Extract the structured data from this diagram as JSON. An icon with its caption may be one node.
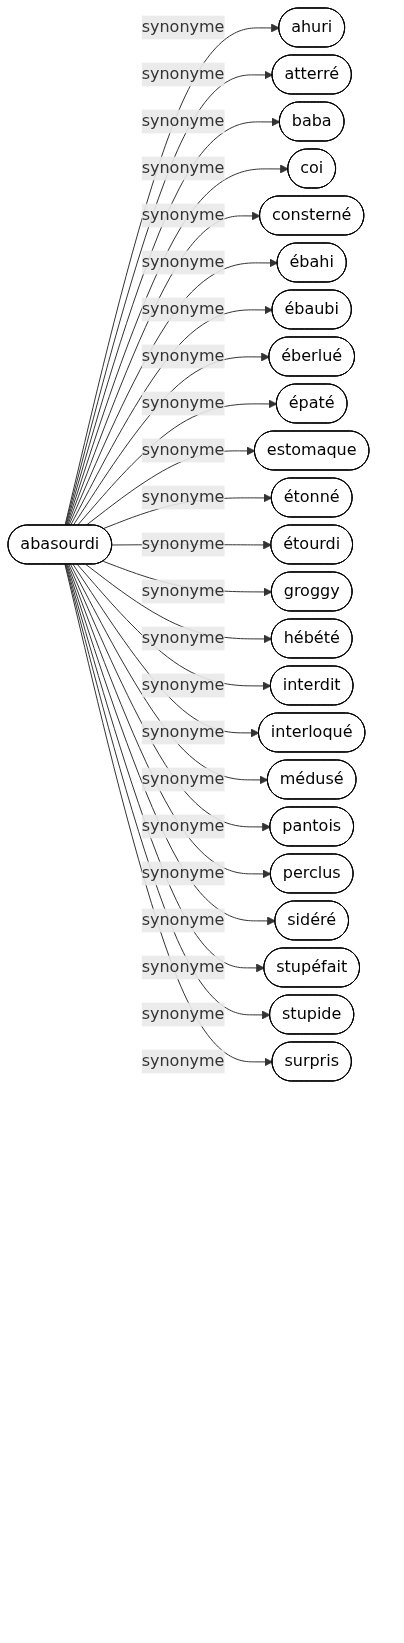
{
  "diagram": {
    "nodes": [
      {
        "text": [
          "abasourdi"
        ]
      },
      {
        "text": [
          "ahuri"
        ]
      },
      {
        "text": [
          "atterré"
        ]
      },
      {
        "text": [
          "baba"
        ]
      },
      {
        "text": [
          "coi"
        ]
      },
      {
        "text": [
          "consterné"
        ]
      },
      {
        "text": [
          "ébahi"
        ]
      },
      {
        "text": [
          "ébaubi"
        ]
      },
      {
        "text": [
          "éberlué"
        ]
      },
      {
        "text": [
          "épaté"
        ]
      },
      {
        "text": [
          "estomaque"
        ]
      },
      {
        "text": [
          "étonné"
        ]
      },
      {
        "text": [
          "étourdi"
        ]
      },
      {
        "text": [
          "groggy"
        ]
      },
      {
        "text": [
          "hébété"
        ]
      },
      {
        "text": [
          "interdit"
        ]
      },
      {
        "text": [
          "interloqué"
        ]
      },
      {
        "text": [
          "médusé"
        ]
      },
      {
        "text": [
          "pantois"
        ]
      },
      {
        "text": [
          "perclus"
        ]
      },
      {
        "text": [
          "sidéré"
        ]
      },
      {
        "text": [
          "stupéfait"
        ]
      },
      {
        "text": [
          "stupide"
        ]
      },
      {
        "text": [
          "surpris"
        ]
      }
    ],
    "edges": [
      {
        "from": 0,
        "to": 1,
        "arrow": "to",
        "label": "synonyme"
      },
      {
        "from": 0,
        "to": 2,
        "arrow": "to",
        "label": "synonyme"
      },
      {
        "from": 0,
        "to": 3,
        "arrow": "to",
        "label": "synonyme"
      },
      {
        "from": 0,
        "to": 4,
        "arrow": "to",
        "label": "synonyme"
      },
      {
        "from": 0,
        "to": 5,
        "arrow": "to",
        "label": "synonyme"
      },
      {
        "from": 0,
        "to": 6,
        "arrow": "to",
        "label": "synonyme"
      },
      {
        "from": 0,
        "to": 7,
        "arrow": "to",
        "label": "synonyme"
      },
      {
        "from": 0,
        "to": 8,
        "arrow": "to",
        "label": "synonyme"
      },
      {
        "from": 0,
        "to": 9,
        "arrow": "to",
        "label": "synonyme"
      },
      {
        "from": 0,
        "to": 10,
        "arrow": "to",
        "label": "synonyme"
      },
      {
        "from": 0,
        "to": 11,
        "arrow": "to",
        "label": "synonyme"
      },
      {
        "from": 0,
        "to": 12,
        "arrow": "to",
        "label": "synonyme"
      },
      {
        "from": 0,
        "to": 13,
        "arrow": "to",
        "label": "synonyme"
      },
      {
        "from": 0,
        "to": 14,
        "arrow": "to",
        "label": "synonyme"
      },
      {
        "from": 0,
        "to": 15,
        "arrow": "to",
        "label": "synonyme"
      },
      {
        "from": 0,
        "to": 16,
        "arrow": "to",
        "label": "synonyme"
      },
      {
        "from": 0,
        "to": 17,
        "arrow": "to",
        "label": "synonyme"
      },
      {
        "from": 0,
        "to": 18,
        "arrow": "to",
        "label": "synonyme"
      },
      {
        "from": 0,
        "to": 19,
        "arrow": "to",
        "label": "synonyme"
      },
      {
        "from": 0,
        "to": 20,
        "arrow": "to",
        "label": "synonyme"
      },
      {
        "from": 0,
        "to": 21,
        "arrow": "to",
        "label": "synonyme"
      },
      {
        "from": 0,
        "to": 22,
        "arrow": "to",
        "label": "synonyme"
      },
      {
        "from": 0,
        "to": 23,
        "arrow": "to",
        "label": "synonyme"
      }
    ]
  }
}
